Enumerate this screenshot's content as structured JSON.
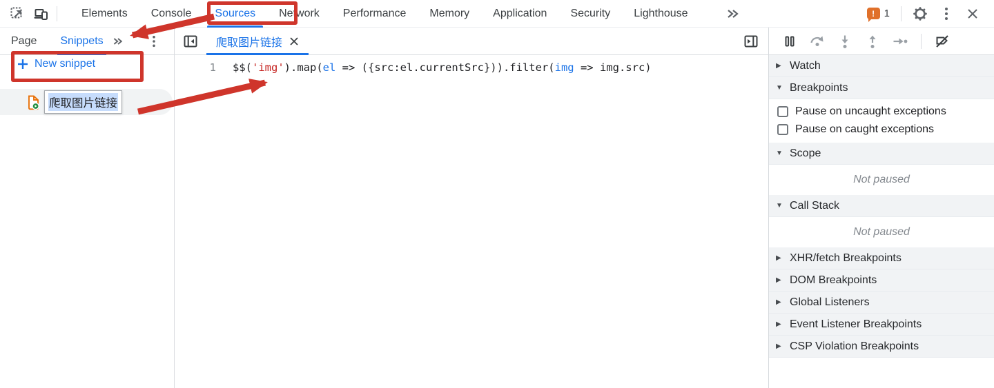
{
  "toolbar": {
    "tabs": [
      {
        "label": "Elements",
        "selected": false
      },
      {
        "label": "Console",
        "selected": false
      },
      {
        "label": "Sources",
        "selected": true
      },
      {
        "label": "Network",
        "selected": false
      },
      {
        "label": "Performance",
        "selected": false
      },
      {
        "label": "Memory",
        "selected": false
      },
      {
        "label": "Application",
        "selected": false
      },
      {
        "label": "Security",
        "selected": false
      },
      {
        "label": "Lighthouse",
        "selected": false
      }
    ],
    "error_badge_count": "1"
  },
  "sidebar": {
    "tabs": [
      {
        "label": "Page",
        "selected": false
      },
      {
        "label": "Snippets",
        "selected": true
      }
    ],
    "new_snippet_label": "New snippet",
    "snippet_name": "爬取图片链接"
  },
  "editor": {
    "tab_label": "爬取图片链接",
    "line_number": "1",
    "code_segments": [
      {
        "text": "$$(",
        "color": "plain"
      },
      {
        "text": "'img'",
        "color": "string"
      },
      {
        "text": ").map(",
        "color": "plain"
      },
      {
        "text": "el",
        "color": "param"
      },
      {
        "text": " => ({src:el.currentSrc})).filter(",
        "color": "plain"
      },
      {
        "text": "img",
        "color": "param"
      },
      {
        "text": " => img.src)",
        "color": "plain"
      }
    ]
  },
  "debugger_panel": {
    "sections": [
      {
        "kind": "header",
        "label": "Watch",
        "state": "collapsed"
      },
      {
        "kind": "header",
        "label": "Breakpoints",
        "state": "expanded"
      },
      {
        "kind": "checkbox",
        "label": "Pause on uncaught exceptions",
        "checked": false
      },
      {
        "kind": "checkbox",
        "label": "Pause on caught exceptions",
        "checked": false
      },
      {
        "kind": "header",
        "label": "Scope",
        "state": "expanded"
      },
      {
        "kind": "status",
        "label": "Not paused"
      },
      {
        "kind": "header",
        "label": "Call Stack",
        "state": "expanded"
      },
      {
        "kind": "status",
        "label": "Not paused"
      },
      {
        "kind": "header",
        "label": "XHR/fetch Breakpoints",
        "state": "collapsed"
      },
      {
        "kind": "header",
        "label": "DOM Breakpoints",
        "state": "collapsed"
      },
      {
        "kind": "header",
        "label": "Global Listeners",
        "state": "collapsed"
      },
      {
        "kind": "header",
        "label": "Event Listener Breakpoints",
        "state": "collapsed"
      },
      {
        "kind": "header",
        "label": "CSP Violation Breakpoints",
        "state": "collapsed"
      }
    ]
  },
  "icons": {
    "inspect-icon": "dashed box with cursor arrow",
    "device-toolbar-icon": "laptop and phone",
    "error-badge-icon": "orange speech bubble with exclamation",
    "gear-icon": "settings gear",
    "kebab-icon": "vertical three dots",
    "close-icon": "x",
    "overflow-chevrons-icon": "double chevron right",
    "plus-icon": "plus",
    "snippet-file-icon": "orange document with green run dot",
    "navigator-toggle-icon": "panel with left triangle",
    "sidebar-toggle-icon": "panel with right triangle",
    "pause-icon": "two vertical bars",
    "step-over-icon": "arc arrow over dot",
    "step-into-icon": "down arrow to dot",
    "step-out-icon": "up arrow from dot",
    "step-icon": "right arrow to dot",
    "deactivate-breakpoints-icon": "breakpoint tag with slash"
  },
  "colors": {
    "accent_blue": "#1a73e8",
    "annotation_red": "#cf352b",
    "string_red": "#c5221f",
    "badge_orange": "#e0702a",
    "section_bg": "#f1f3f5"
  }
}
